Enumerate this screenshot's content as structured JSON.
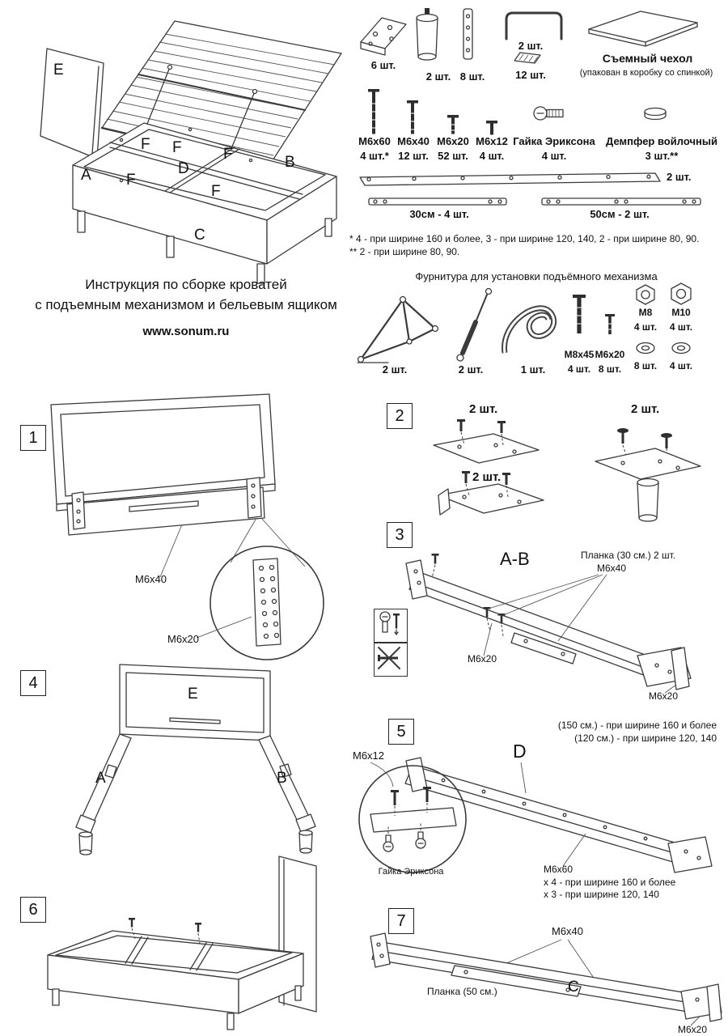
{
  "title_block": {
    "line1": "Инструкция по сборке кроватей",
    "line2": "с подъемным механизмом и бельевым ящиком",
    "site": "www.sonum.ru"
  },
  "overview": {
    "e": "E",
    "a": "A",
    "b": "B",
    "c": "C",
    "d": "D",
    "f1": "F",
    "f2": "F",
    "f3": "F",
    "f4": "F",
    "f5": "F"
  },
  "parts": {
    "bracket_qty": "6 шт.",
    "leg_qty": "2 шт.",
    "plate_qty": "8 шт.",
    "handle_qty": "2 шт.",
    "wedge_qty": "12 шт.",
    "cover_title": "Съемный чехол",
    "cover_note": "(упакован в коробку со спинкой)",
    "bolt1_label": "М6х60",
    "bolt1_qty": "4 шт.*",
    "bolt2_label": "М6х40",
    "bolt2_qty": "12 шт.",
    "bolt3_label": "М6х20",
    "bolt3_qty": "52 шт.",
    "bolt4_label": "М6х12",
    "bolt4_qty": "4 шт.",
    "erikson_label": "Гайка Эриксона",
    "erikson_qty": "4 шт.",
    "damper_label": "Демпфер войлочный",
    "damper_qty": "3 шт.**",
    "longbar_qty": "2 шт.",
    "bar30_label": "30см - 4 шт.",
    "bar50_label": "50см - 2 шт.",
    "footnote1": "* 4 - при ширине 160 и более, 3 - при ширине 120, 140, 2 - при ширине 80, 90.",
    "footnote2": "** 2 - при ширине 80, 90."
  },
  "lift": {
    "title": "Фурнитура для установки подъёмного механизма",
    "mech_qty": "2 шт.",
    "strut_qty": "2 шт.",
    "strap_qty": "1 шт.",
    "m8x45_label": "М8х45",
    "m8x45_qty": "4 шт.",
    "m6x20_label": "М6х20",
    "m6x20_qty": "8 шт.",
    "m8_label": "М8",
    "m8_qty": "4 шт.",
    "m10_label": "М10",
    "m10_qty": "4 шт.",
    "washer8_qty": "8 шт.",
    "washer4_qty": "4 шт."
  },
  "steps": {
    "s1": {
      "num": "1",
      "m6x40": "М6х40",
      "m6x20": "М6х20"
    },
    "s2": {
      "num": "2",
      "qty1": "2 шт.",
      "qty2": "2 шт.",
      "qty3": "2 шт."
    },
    "s3": {
      "num": "3",
      "title": "А-В",
      "plank": "Планка (30 см.)  2 шт.",
      "m6x40": "М6х40",
      "m6x20a": "М6х20",
      "m6x20b": "М6х20"
    },
    "s4": {
      "num": "4",
      "e": "E",
      "a": "A",
      "b": "B"
    },
    "s5": {
      "num": "5",
      "note1": "(150 см.) - при ширине 160 и более",
      "note2": "(120 см.) - при ширине 120, 140",
      "d": "D",
      "m6x12": "М6х12",
      "erikson": "Гайка Эриксона",
      "m6x60": "М6х60",
      "m6x60_note1": "х 4 - при ширине 160 и более",
      "m6x60_note2": "х 3 - при ширине 120, 140"
    },
    "s6": {
      "num": "6"
    },
    "s7": {
      "num": "7",
      "m6x40": "М6х40",
      "plank": "Планка (50 см.)",
      "c": "C",
      "m6x20": "М6х20"
    }
  }
}
